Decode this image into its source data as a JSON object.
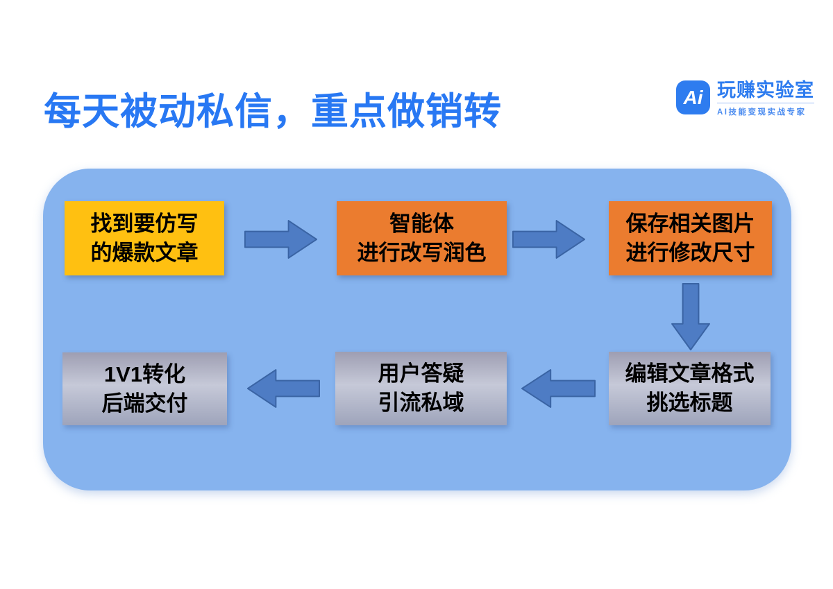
{
  "title": {
    "text": "每天被动私信，重点做销转",
    "color": "#2878f3"
  },
  "logo": {
    "icon_text": "Ai",
    "icon_bg": "#2e7cef",
    "name": "玩赚实验室",
    "tagline": "AI技能变现实战专家",
    "color": "#2e7cef"
  },
  "flow": {
    "panel_bg": "#86b3ee",
    "arrow_fill": "#4e7cc4",
    "arrow_stroke": "#3a64a4",
    "box_colors": {
      "yellow": "#ffc011",
      "orange": "#eb7c2f",
      "gray_gradient": [
        "#9e9eb2",
        "#c6c9d8",
        "#9ea4bb"
      ]
    },
    "arrows": [
      {
        "id": "arrow-1",
        "direction": "right",
        "from": "step-1",
        "to": "step-2"
      },
      {
        "id": "arrow-2",
        "direction": "right",
        "from": "step-2",
        "to": "step-3"
      },
      {
        "id": "arrow-3",
        "direction": "down",
        "from": "step-3",
        "to": "step-4"
      },
      {
        "id": "arrow-4",
        "direction": "left",
        "from": "step-4",
        "to": "step-5"
      },
      {
        "id": "arrow-5",
        "direction": "left",
        "from": "step-5",
        "to": "step-6"
      }
    ],
    "steps": [
      {
        "id": "step-1",
        "style": "yellow",
        "lines": [
          "找到要仿写",
          "的爆款文章"
        ]
      },
      {
        "id": "step-2",
        "style": "orange",
        "lines": [
          "智能体",
          "进行改写润色"
        ]
      },
      {
        "id": "step-3",
        "style": "orange",
        "lines": [
          "保存相关图片",
          "进行修改尺寸"
        ]
      },
      {
        "id": "step-4",
        "style": "gray",
        "lines": [
          "编辑文章格式",
          "挑选标题"
        ]
      },
      {
        "id": "step-5",
        "style": "gray",
        "lines": [
          "用户答疑",
          "引流私域"
        ]
      },
      {
        "id": "step-6",
        "style": "gray",
        "lines": [
          "1V1转化",
          "后端交付"
        ]
      }
    ]
  }
}
